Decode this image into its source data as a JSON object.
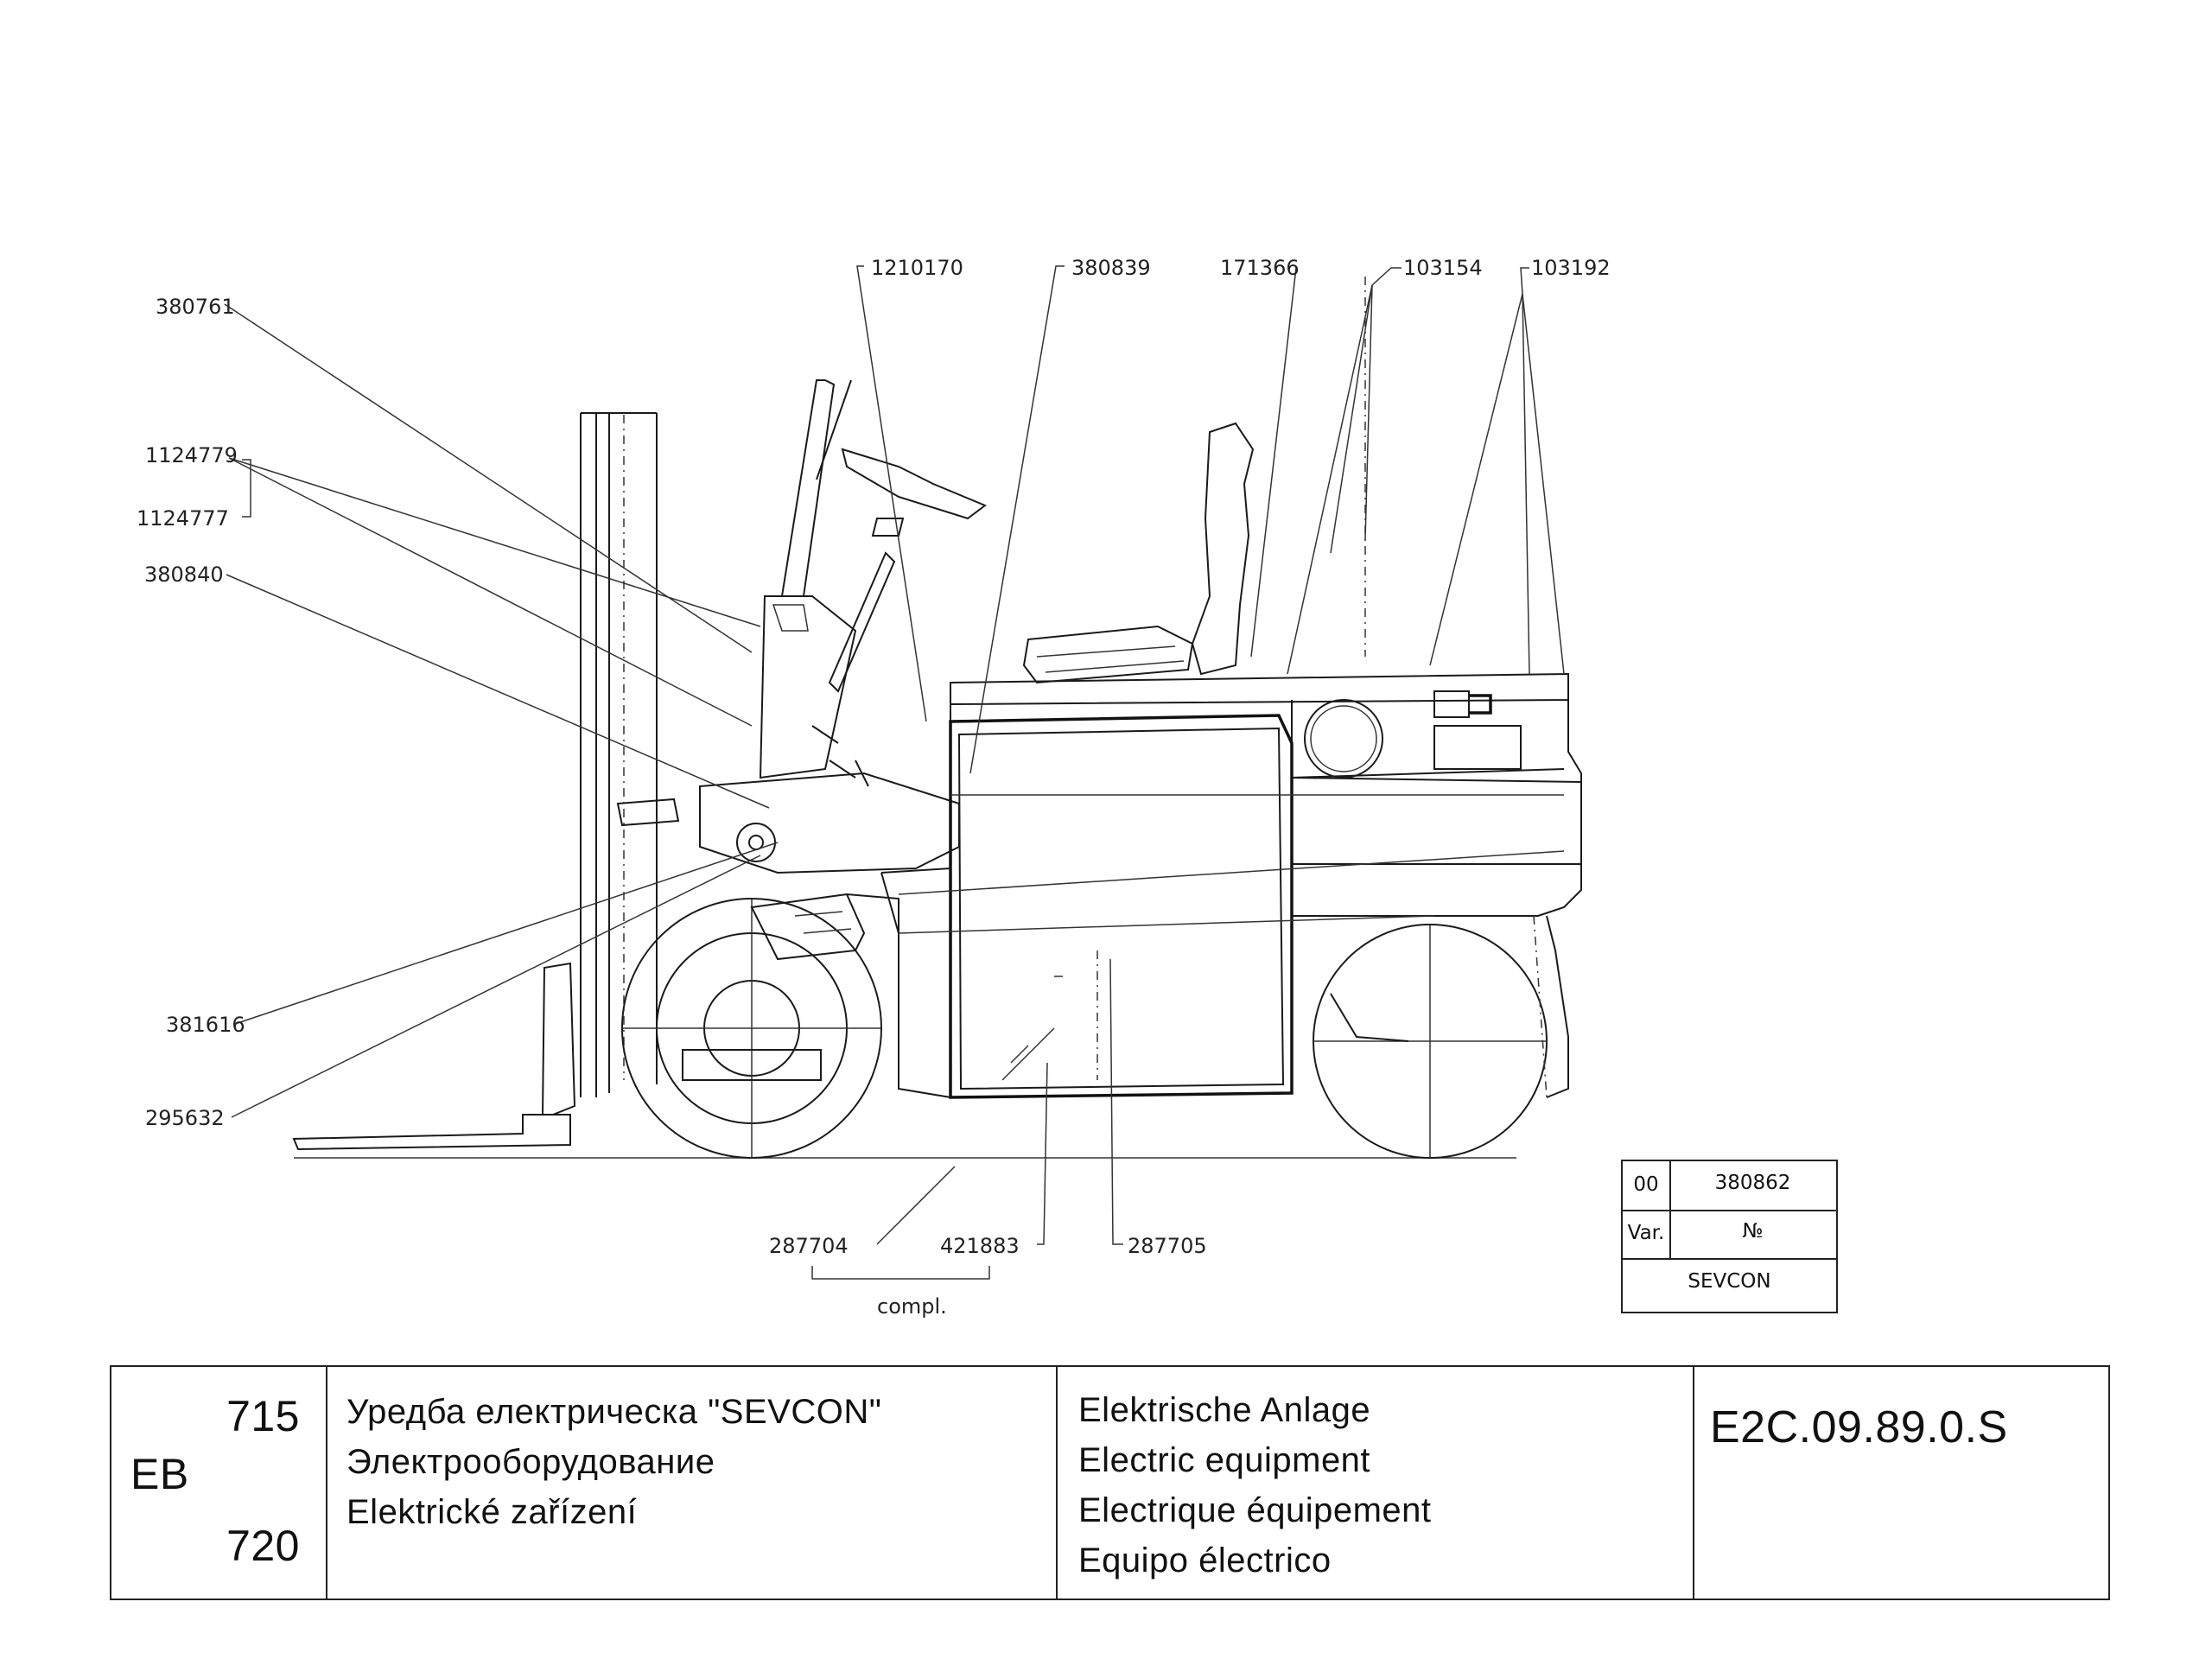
{
  "callouts": {
    "c380761": "380761",
    "c1124779": "1124779",
    "c1124777": "1124777",
    "c380840": "380840",
    "c381616": "381616",
    "c295632": "295632",
    "c1210170": "1210170",
    "c380839": "380839",
    "c171366": "171366",
    "c103154": "103154",
    "c103192": "103192",
    "c287704": "287704",
    "c421883": "421883",
    "c287705": "287705",
    "compl": "compl."
  },
  "variant_table": {
    "row1_col1": "00",
    "row1_col2": "380862",
    "row2_col1": "Var.",
    "row2_col2": "№",
    "row3": "SEVCON"
  },
  "title_block": {
    "model_top": "715",
    "model_series": "EB",
    "model_bottom": "720",
    "title_bg": "Уредба електрическа \"SEVCON\"",
    "title_ru": "Электрооборудование",
    "title_cs": "Elektrické zařízení",
    "title_de": "Elektrische Anlage",
    "title_en": "Electric equipment",
    "title_fr": "Electrique équipement",
    "title_es": "Equipo électrico",
    "drawing_code": "E2C.09.89.0.S"
  }
}
